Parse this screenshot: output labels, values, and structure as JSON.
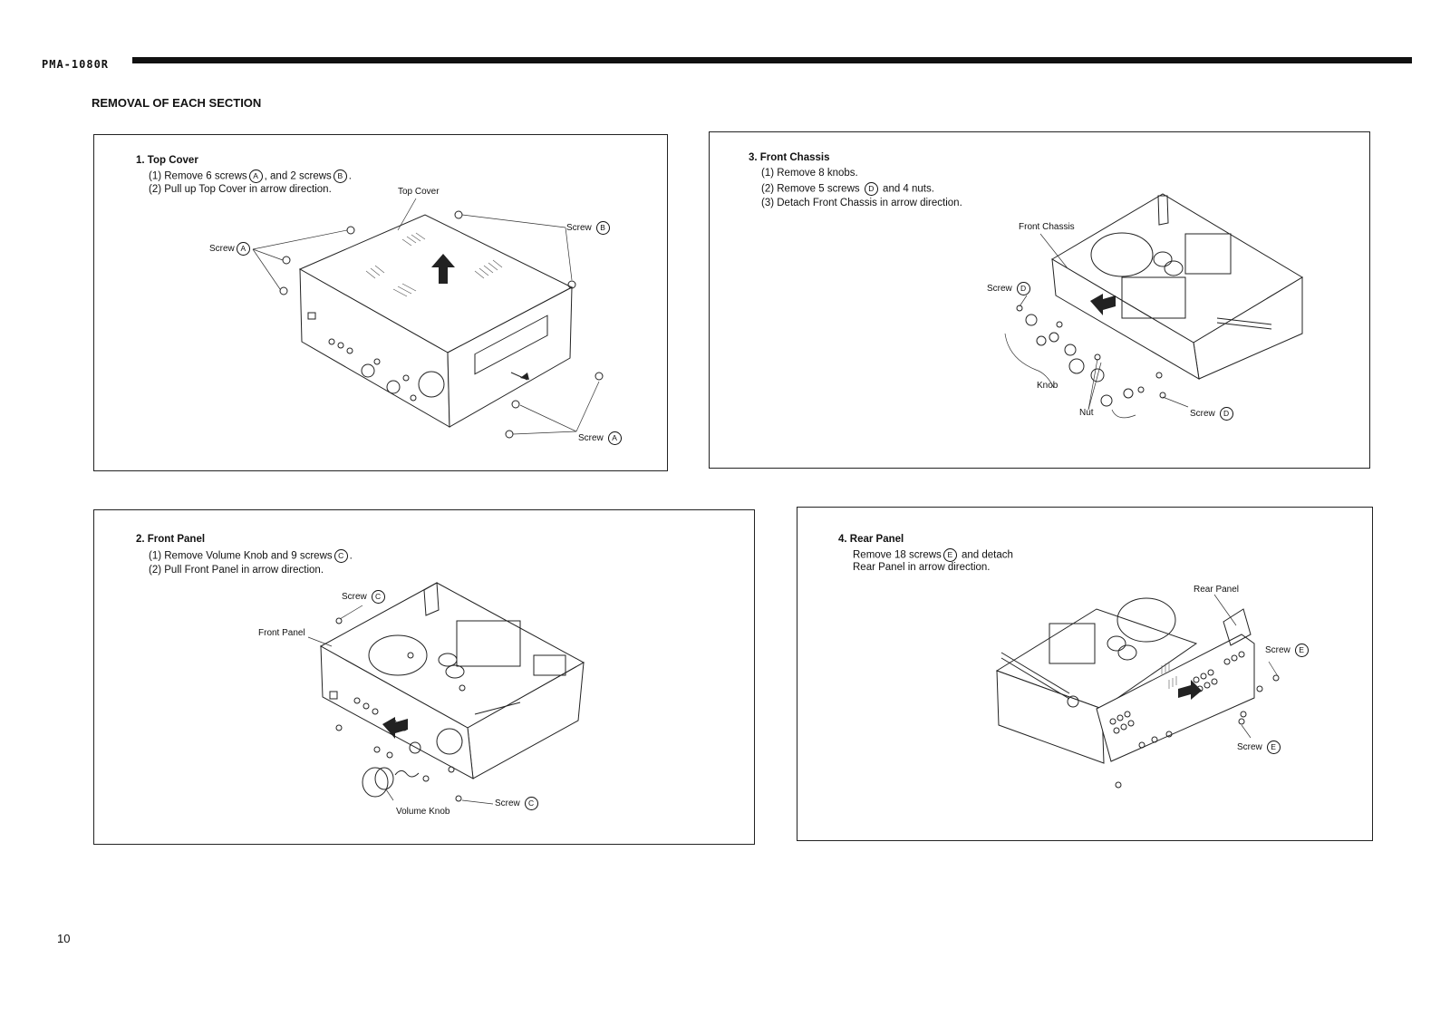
{
  "header": {
    "model": "PMA-1080R"
  },
  "page_title": "REMOVAL OF EACH SECTION",
  "page_number": "10",
  "panels": {
    "top_cover": {
      "heading": "1. Top Cover",
      "steps": [
        {
          "text_before": "(1) Remove 6 screws",
          "screw": "A",
          "text_after": ", and 2 screws",
          "screw2": "B",
          "text_end": "."
        },
        {
          "text": "(2) Pull up Top Cover in arrow direction."
        }
      ],
      "callouts": {
        "part": "Top Cover",
        "screw_label": "Screw",
        "screw_b": "B",
        "screw_a": "A"
      }
    },
    "front_chassis": {
      "heading": "3. Front Chassis",
      "steps": [
        {
          "text": "(1) Remove 8 knobs."
        },
        {
          "text_before": "(2) Remove 5 screws",
          "screw": "D",
          "text_after": "and 4 nuts."
        },
        {
          "text": "(3) Detach Front Chassis in arrow direction."
        }
      ],
      "callouts": {
        "part": "Front Chassis",
        "screw_label": "Screw",
        "screw_d": "D",
        "knob": "Knob",
        "nut": "Nut"
      }
    },
    "front_panel": {
      "heading": "2. Front Panel",
      "steps": [
        {
          "text_before": "(1) Remove Volume Knob and 9 screws",
          "screw": "C",
          "text_after": "."
        },
        {
          "text": "(2) Pull Front Panel in arrow direction."
        }
      ],
      "callouts": {
        "part": "Front Panel",
        "screw_label": "Screw",
        "screw_c": "C",
        "volume_knob": "Volume Knob"
      }
    },
    "rear_panel": {
      "heading": "4. Rear Panel",
      "steps": [
        {
          "text_before": "Remove 18 screws",
          "screw": "E",
          "text_after": " and detach"
        },
        {
          "text": "Rear Panel in arrow direction."
        }
      ],
      "callouts": {
        "part": "Rear Panel",
        "screw_label": "Screw",
        "screw_e": "E"
      }
    }
  }
}
